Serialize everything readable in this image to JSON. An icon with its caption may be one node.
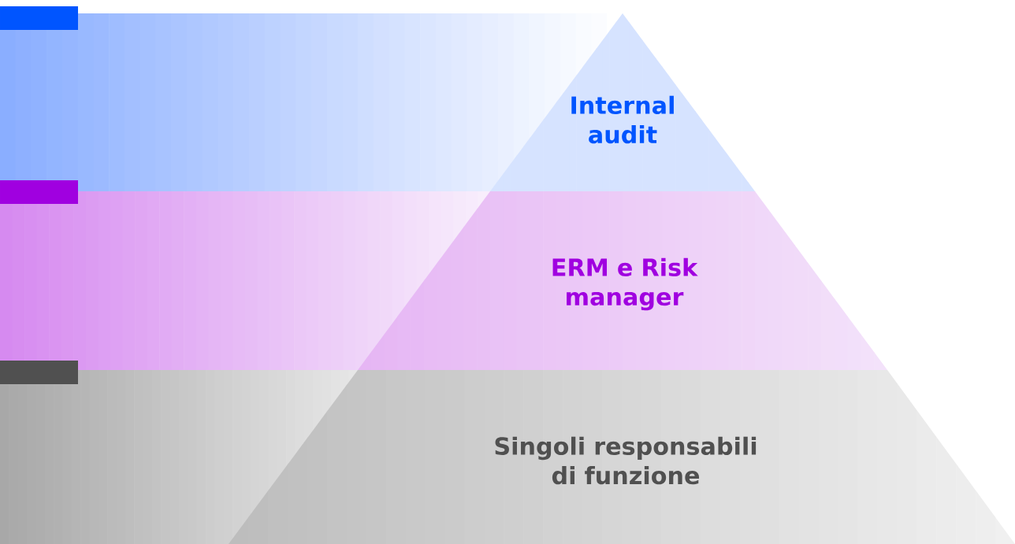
{
  "diagram": {
    "nodes": [
      {
        "text": [
          "Internal audit"
        ]
      },
      {
        "text": [
          "ERM e Risk manager"
        ]
      },
      {
        "text": [
          "Singoli responsabili di funzione"
        ]
      }
    ]
  }
}
